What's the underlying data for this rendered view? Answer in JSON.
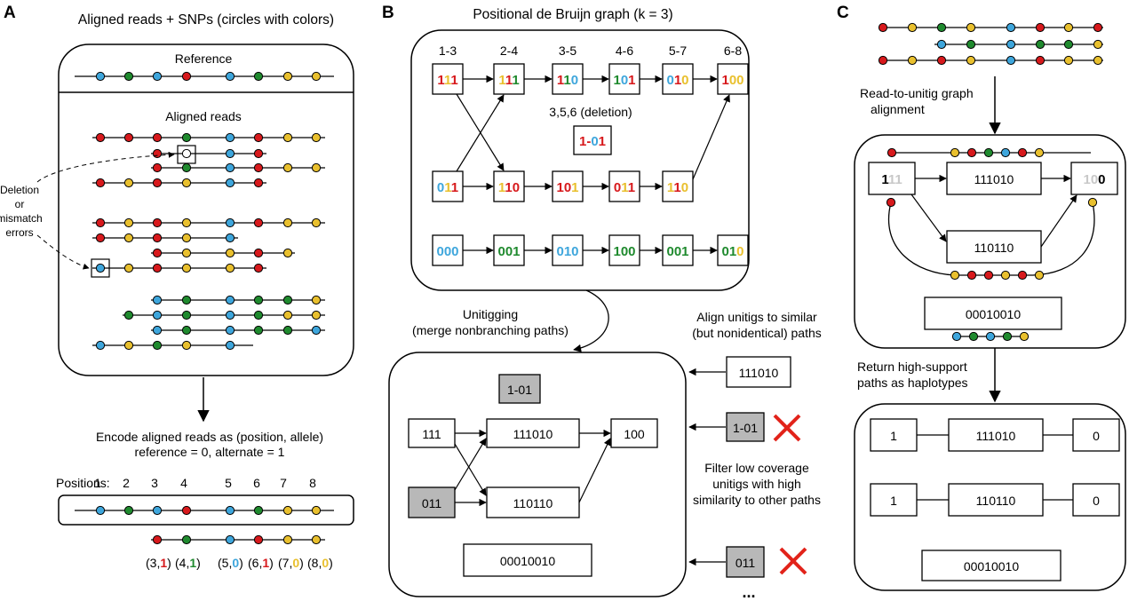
{
  "colors": {
    "blue": "#3ea6dc",
    "green": "#1f8a2e",
    "red": "#d7191c",
    "yellow": "#e9c02e",
    "grey": "#c8c8c8",
    "box_grey": "#b8b8b8",
    "cross": "#e2231a"
  },
  "panel_a": {
    "letter": "A",
    "title": "Aligned reads + SNPs (circles with colors)",
    "reference_label": "Reference",
    "aligned_label": "Aligned reads",
    "error_label": [
      "Deletion",
      "or",
      "mismatch",
      "errors"
    ],
    "encode_line1": "Encode aligned reads as (position, allele)",
    "encode_line2": "reference = 0, alternate = 1",
    "positions_label": "Positions:",
    "positions": [
      "1",
      "2",
      "3",
      "4",
      "5",
      "6",
      "7",
      "8"
    ],
    "pairs": [
      {
        "pos": "3",
        "allele": "1",
        "color": "red"
      },
      {
        "pos": "4",
        "allele": "1",
        "color": "green"
      },
      {
        "pos": "5",
        "allele": "0",
        "color": "blue"
      },
      {
        "pos": "6",
        "allele": "1",
        "color": "red"
      },
      {
        "pos": "7",
        "allele": "0",
        "color": "yellow"
      },
      {
        "pos": "8",
        "allele": "0",
        "color": "yellow"
      }
    ]
  },
  "panel_b": {
    "letter": "B",
    "title": "Positional de Bruijn graph (k = 3)",
    "columns": [
      "1-3",
      "2-4",
      "3-5",
      "4-6",
      "5-7",
      "6-8"
    ],
    "row1": [
      [
        [
          "1",
          "red"
        ],
        [
          "1",
          "yellow"
        ],
        [
          "1",
          "red"
        ]
      ],
      [
        [
          "1",
          "yellow"
        ],
        [
          "1",
          "red"
        ],
        [
          "1",
          "green"
        ]
      ],
      [
        [
          "1",
          "red"
        ],
        [
          "1",
          "green"
        ],
        [
          "0",
          "blue"
        ]
      ],
      [
        [
          "1",
          "green"
        ],
        [
          "0",
          "blue"
        ],
        [
          "1",
          "red"
        ]
      ],
      [
        [
          "0",
          "blue"
        ],
        [
          "1",
          "red"
        ],
        [
          "0",
          "yellow"
        ]
      ],
      [
        [
          "1",
          "red"
        ],
        [
          "0",
          "yellow"
        ],
        [
          "0",
          "yellow"
        ]
      ]
    ],
    "row2": [
      [
        [
          "0",
          "blue"
        ],
        [
          "1",
          "yellow"
        ],
        [
          "1",
          "red"
        ]
      ],
      [
        [
          "1",
          "yellow"
        ],
        [
          "1",
          "red"
        ],
        [
          "0",
          "red"
        ]
      ],
      [
        [
          "1",
          "red"
        ],
        [
          "0",
          "red"
        ],
        [
          "1",
          "yellow"
        ]
      ],
      [
        [
          "0",
          "red"
        ],
        [
          "1",
          "yellow"
        ],
        [
          "1",
          "red"
        ]
      ],
      [
        [
          "1",
          "yellow"
        ],
        [
          "1",
          "red"
        ],
        [
          "0",
          "yellow"
        ]
      ]
    ],
    "row3": [
      [
        [
          "0",
          "blue"
        ],
        [
          "0",
          "blue"
        ],
        [
          "0",
          "blue"
        ]
      ],
      [
        [
          "0",
          "green"
        ],
        [
          "0",
          "green"
        ],
        [
          "1",
          "green"
        ]
      ],
      [
        [
          "0",
          "blue"
        ],
        [
          "1",
          "blue"
        ],
        [
          "0",
          "blue"
        ]
      ],
      [
        [
          "1",
          "green"
        ],
        [
          "0",
          "green"
        ],
        [
          "0",
          "green"
        ]
      ],
      [
        [
          "0",
          "green"
        ],
        [
          "0",
          "green"
        ],
        [
          "1",
          "green"
        ]
      ],
      [
        [
          "0",
          "green"
        ],
        [
          "1",
          "green"
        ],
        [
          "0",
          "yellow"
        ]
      ]
    ],
    "deletion_label": "3,5,6 (deletion)",
    "deletion_kmer": [
      [
        "1",
        "red"
      ],
      [
        "-",
        "red"
      ],
      [
        "0",
        "blue"
      ],
      [
        "1",
        "red"
      ]
    ],
    "unitig_label_line1": "Unitigging",
    "unitig_label_line2": "(merge nonbranching paths)",
    "align_label_line1": "Align unitigs to similar",
    "align_label_line2": "(but nonidentical) paths",
    "filter_label_line1": "Filter low coverage",
    "filter_label_line2": "unitigs with high",
    "filter_label_line3": "similarity to other paths",
    "ug_del": "1-01",
    "ug_111": "111",
    "ug_011": "011",
    "ug_111010": "111010",
    "ug_110110": "110110",
    "ug_100": "100",
    "ug_00010010": "00010010",
    "side_111010": "111010",
    "side_101": "1-01",
    "side_011": "011",
    "ellipsis": "..."
  },
  "panel_c": {
    "letter": "C",
    "align_label_line1": "Read-to-unitig graph",
    "align_label_line2": "alignment",
    "return_label_line1": "Return high-support",
    "return_label_line2": "paths as haplotypes",
    "node_111": [
      [
        "1",
        "black"
      ],
      [
        "1",
        "grey"
      ],
      [
        "1",
        "grey"
      ]
    ],
    "node_100": [
      [
        "1",
        "grey"
      ],
      [
        "0",
        "grey"
      ],
      [
        "0",
        "black"
      ]
    ],
    "node_111010": "111010",
    "node_110110": "110110",
    "node_00010010": "00010010",
    "hap1": [
      "1",
      "111010",
      "0"
    ],
    "hap2": [
      "1",
      "110110",
      "0"
    ],
    "hap3": "00010010"
  }
}
